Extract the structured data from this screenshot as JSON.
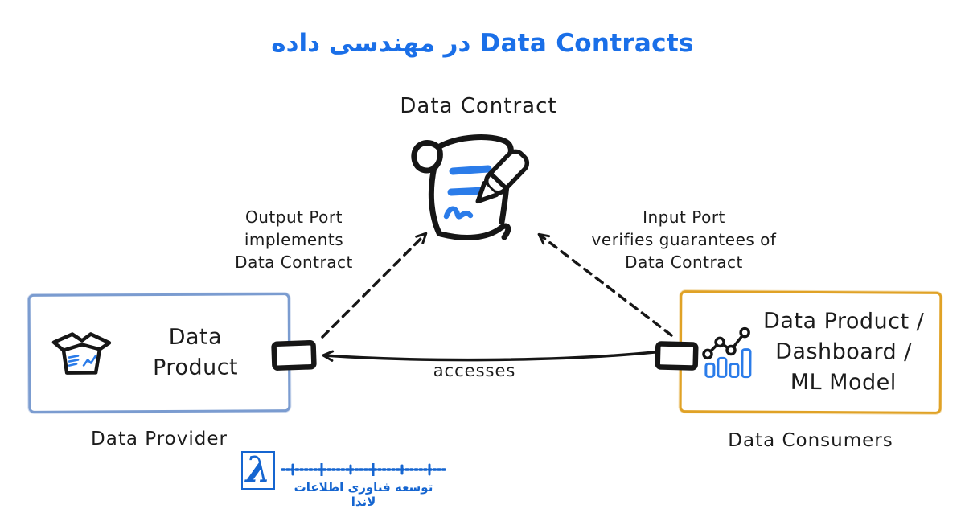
{
  "title": "Data Contracts در مهندسی داده",
  "contract": {
    "label": "Data Contract",
    "icon": "scroll-with-pen"
  },
  "provider": {
    "lines": [
      "Data",
      "Product"
    ],
    "caption": "Data Provider",
    "icon": "open-box",
    "border_color": "#7b9cd0"
  },
  "consumer": {
    "lines": [
      "Data Product /",
      "Dashboard /",
      "ML Model"
    ],
    "caption": "Data Consumers",
    "icon": "bar-line-chart",
    "border_color": "#e0a226"
  },
  "edges": {
    "output_port_label": [
      "Output Port",
      "implements",
      "Data Contract"
    ],
    "input_port_label": [
      "Input Port",
      "verifies guarantees of",
      "Data Contract"
    ],
    "accesses_label": "accesses",
    "style": "dashed arrows from ports to contract; solid arrow consumer-to-provider"
  },
  "logo": {
    "symbol": "λ",
    "text": "توسعه فناوری اطلاعات لاندا",
    "icon": "lambda-waveform-logo"
  },
  "colors": {
    "background": "#ffffff",
    "title_blue": "#1a6fe8",
    "sketch_black": "#1c1c1c",
    "provider_border_blue": "#7b9cd0",
    "consumer_border_orange": "#e0a226",
    "icon_blue": "#2b7ce9",
    "logo_blue": "#1565d0"
  }
}
